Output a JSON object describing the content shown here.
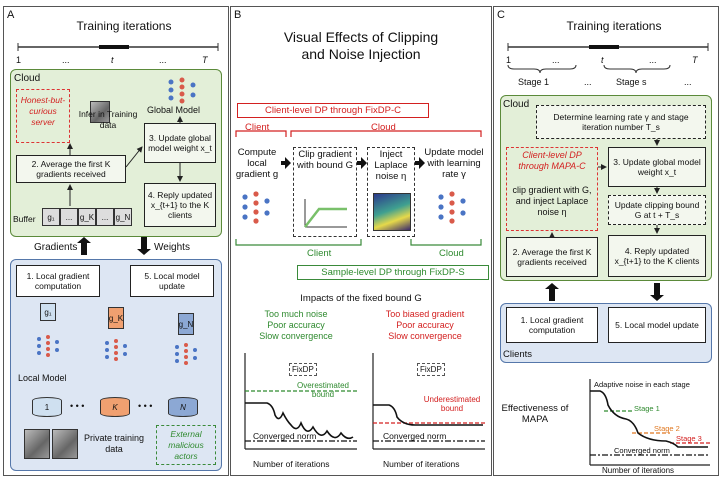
{
  "panel_a": {
    "letter": "A",
    "title": "Training iterations",
    "timeline_ticks": [
      "1",
      "...",
      "t",
      "...",
      "T"
    ],
    "cloud_label": "Cloud",
    "server_note": "Honest-but-curious server",
    "infer_label": "Infer in Training data",
    "global_model_label": "Global Model",
    "step2": "2. Average the first K gradients received",
    "step3": "3. Update global model weight x_t",
    "step4": "4. Reply updated x_{t+1} to the K clients",
    "buffer_label": "Buffer",
    "buffer_cells": [
      "g₁",
      "...",
      "g_K",
      "...",
      "g_N"
    ],
    "gradients_label": "Gradients",
    "weights_label": "Weights",
    "step1": "1. Local gradient computation",
    "step5": "5. Local model update",
    "g_labels": [
      "g₁",
      "g_K",
      "g_N"
    ],
    "local_model_label": "Local Model",
    "client_ids": [
      "1",
      "K",
      "N"
    ],
    "private_data_label": "Private training data",
    "malicious_label": "External malicious actors"
  },
  "panel_b": {
    "letter": "B",
    "title": "Visual Effects of Clipping and Noise Injection",
    "client_level_banner": "Client-level DP through FixDP-C",
    "client_label": "Client",
    "cloud_label": "Cloud",
    "step_compute": "Compute local gradient g",
    "step_clip": "Clip gradient with bound G",
    "step_inject": "Inject Laplace noise η",
    "step_update": "Update model with learning rate γ",
    "client_label_bottom": "Client",
    "cloud_label_bottom": "Cloud",
    "sample_level_banner": "Sample-level DP through FixDP-S",
    "impacts_title": "Impacts of the fixed bound G",
    "left_issues": [
      "Too much noise",
      "Poor accuracy",
      "Slow convergence"
    ],
    "right_issues": [
      "Too biased gradient",
      "Poor accuracy",
      "Slow convergence"
    ],
    "fixdp_label": "FixDP",
    "overestimated": "Overestimated bound",
    "underestimated": "Underestimated bound",
    "converged_norm": "Converged norm",
    "x_axis": "Number of iterations",
    "colors": {
      "red": "#d32020",
      "green": "#2f8a2f"
    }
  },
  "panel_c": {
    "letter": "C",
    "title": "Training iterations",
    "timeline_ticks": [
      "1",
      "...",
      "t",
      "...",
      "T"
    ],
    "stage_labels": [
      "Stage 1",
      "...",
      "Stage s",
      "..."
    ],
    "cloud_label": "Cloud",
    "step_determine": "Determine learning rate γ and stage iteration number T_s",
    "client_dp_text": "Client-level DP through MAPA-C",
    "clip_text": "clip gradient with G, and inject Laplace noise η",
    "step3": "3. Update global model weight x_t",
    "step_update_bound": "Update clipping bound G at t + T_s",
    "step2": "2. Average the first K gradients received",
    "step4": "4. Reply updated x_{t+1} to the K clients",
    "step1": "1. Local gradient computation",
    "step5": "5. Local model update",
    "clients_label": "Clients",
    "effectiveness_label": "Effectiveness of MAPA",
    "adaptive_label": "Adaptive noise in each stage",
    "stages": [
      "Stage 1",
      "Stage 2",
      "Stage 3"
    ],
    "converged_norm": "Converged norm",
    "x_axis": "Number of iterations"
  }
}
